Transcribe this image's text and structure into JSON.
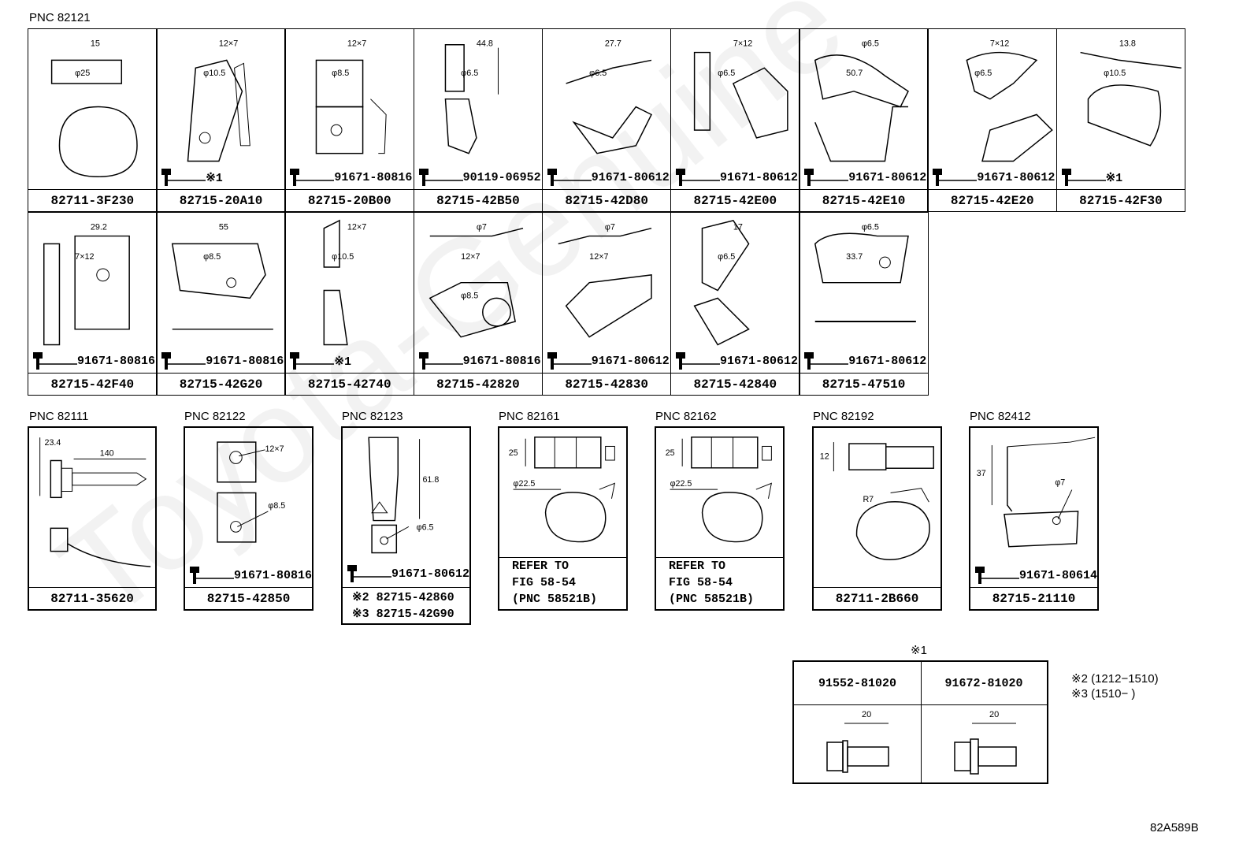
{
  "watermark": "Toyota-Genuine",
  "diagram_id": "82A589B",
  "groups": {
    "g1": {
      "pnc": "PNC 82121"
    },
    "g2": {
      "pnc": "PNC 82111",
      "part": "82711-35620",
      "dims": [
        "23.4",
        "140"
      ]
    },
    "g3": {
      "pnc": "PNC 82122",
      "part": "82715-42850",
      "bolt": "91671-80816",
      "dims": [
        "12×7",
        "φ8.5"
      ]
    },
    "g4": {
      "pnc": "PNC 82123",
      "bolt": "91671-80612",
      "notes": [
        "※2 82715-42860",
        "※3 82715-42G90"
      ],
      "dims": [
        "61.8",
        "φ6.5"
      ]
    },
    "g5": {
      "pnc": "PNC 82161",
      "refer": [
        "REFER TO",
        "FIG 58-54",
        "(PNC 58521B)"
      ],
      "dims": [
        "25",
        "φ22.5"
      ]
    },
    "g6": {
      "pnc": "PNC 82162",
      "refer": [
        "REFER TO",
        "FIG 58-54",
        "(PNC 58521B)"
      ],
      "dims": [
        "25",
        "φ22.5"
      ]
    },
    "g7": {
      "pnc": "PNC 82192",
      "part": "82711-2B660",
      "dims": [
        "12",
        "R7"
      ]
    },
    "g8": {
      "pnc": "PNC 82412",
      "part": "82715-21110",
      "bolt": "91671-80614",
      "dims": [
        "37",
        "φ7"
      ]
    }
  },
  "row1": [
    {
      "part": "82711-3F230",
      "bolt": "",
      "dims": [
        "15",
        "φ25"
      ]
    },
    {
      "part": "82715-20A10",
      "bolt": "※1",
      "dims": [
        "12×7",
        "φ10.5"
      ]
    },
    {
      "part": "82715-20B00",
      "bolt": "91671-80816",
      "dims": [
        "12×7",
        "φ8.5"
      ]
    },
    {
      "part": "82715-42B50",
      "bolt": "90119-06952",
      "dims": [
        "44.8",
        "φ6.5"
      ]
    },
    {
      "part": "82715-42D80",
      "bolt": "91671-80612",
      "dims": [
        "27.7",
        "φ6.5"
      ]
    },
    {
      "part": "82715-42E00",
      "bolt": "91671-80612",
      "dims": [
        "7×12",
        "φ6.5"
      ]
    },
    {
      "part": "82715-42E10",
      "bolt": "91671-80612",
      "dims": [
        "φ6.5",
        "50.7"
      ]
    },
    {
      "part": "82715-42E20",
      "bolt": "91671-80612",
      "dims": [
        "7×12",
        "φ6.5"
      ]
    },
    {
      "part": "82715-42F30",
      "bolt": "※1",
      "dims": [
        "13.8",
        "φ10.5"
      ]
    }
  ],
  "row2": [
    {
      "part": "82715-42F40",
      "bolt": "91671-80816",
      "dims": [
        "29.2",
        "7×12"
      ]
    },
    {
      "part": "82715-42G20",
      "bolt": "91671-80816",
      "dims": [
        "55",
        "φ8.5"
      ]
    },
    {
      "part": "82715-42740",
      "bolt": "※1",
      "dims": [
        "12×7",
        "φ10.5"
      ]
    },
    {
      "part": "82715-42820",
      "bolt": "91671-80816",
      "dims": [
        "φ7",
        "12×7",
        "φ8.5"
      ]
    },
    {
      "part": "82715-42830",
      "bolt": "91671-80612",
      "dims": [
        "φ7",
        "12×7"
      ]
    },
    {
      "part": "82715-42840",
      "bolt": "91671-80612",
      "dims": [
        "17",
        "φ6.5"
      ]
    },
    {
      "part": "82715-47510",
      "bolt": "91671-80612",
      "dims": [
        "φ6.5",
        "33.7"
      ]
    }
  ],
  "note1": {
    "mark": "※1",
    "cols": [
      "91552-81020",
      "91672-81020"
    ],
    "dim": "20"
  },
  "legend": [
    "※2 (1212−1510)",
    "※3 (1510−      )"
  ]
}
